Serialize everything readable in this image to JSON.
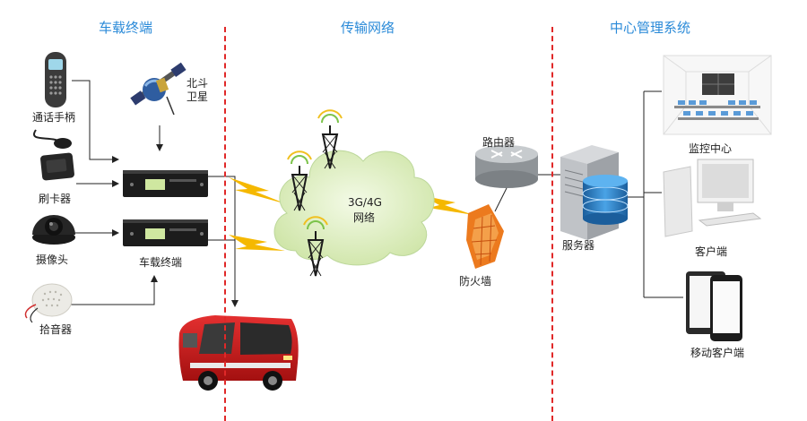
{
  "sections": {
    "vehicle": "车载终端",
    "transport": "传输网络",
    "center": "中心管理系统"
  },
  "devices": {
    "handset": "通话手柄",
    "card_reader": "刷卡器",
    "camera": "摄像头",
    "microphone": "拾音器",
    "satellite": "北斗\n卫星",
    "terminal": "车载终端"
  },
  "network": {
    "cloud_line1": "3G/4G",
    "cloud_line2": "网络",
    "router": "路由器",
    "firewall": "防火墙"
  },
  "center": {
    "server": "服务器",
    "monitor": "监控中心",
    "client": "客户端",
    "mobile": "移动客户端"
  },
  "colors": {
    "title_blue": "#2a8ad8",
    "divider_red": "#e02828",
    "lightning_yellow": "#f5b800",
    "bus_red": "#d41e1e"
  }
}
